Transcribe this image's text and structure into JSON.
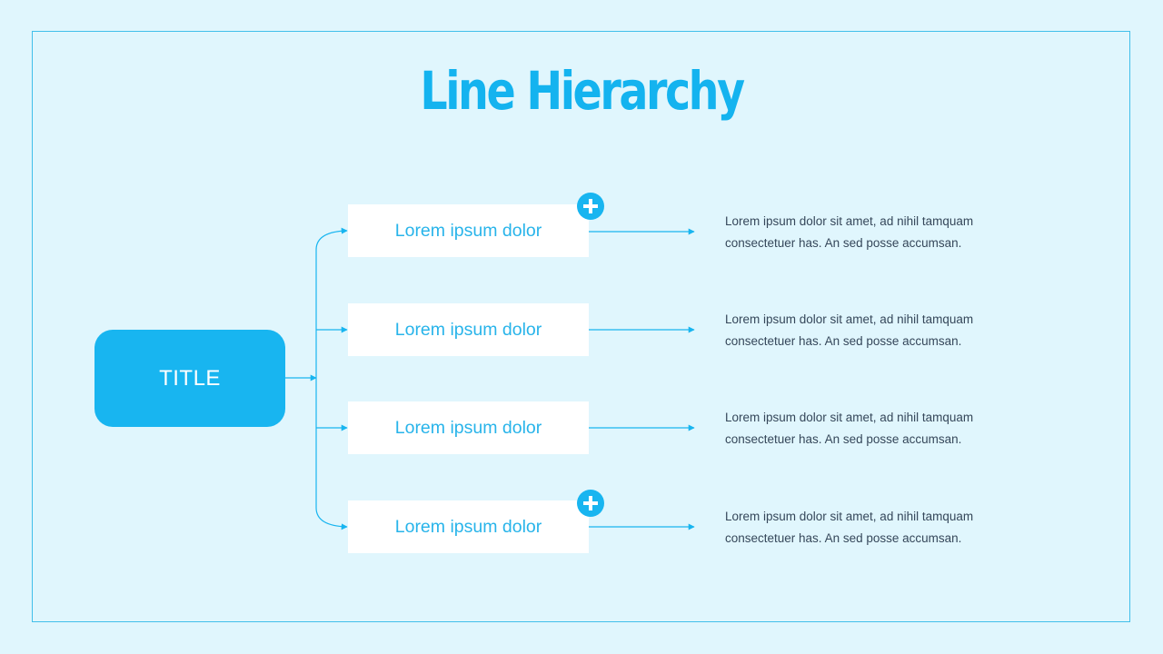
{
  "slide": {
    "title": "Line Hierarchy"
  },
  "diagram": {
    "root": {
      "label": "TITLE"
    },
    "branches": [
      {
        "label": "Lorem ipsum dolor",
        "description": [
          "Lorem ipsum dolor sit amet, ad nihil tamquam",
          "consectetuer  has. An sed posse accumsan."
        ],
        "plus_icon": true
      },
      {
        "label": "Lorem ipsum dolor",
        "description": [
          "Lorem ipsum dolor sit amet, ad nihil tamquam",
          "consectetuer  has. An sed posse accumsan."
        ],
        "plus_icon": false
      },
      {
        "label": "Lorem ipsum dolor",
        "description": [
          "Lorem ipsum dolor sit amet, ad nihil tamquam",
          "consectetuer  has. An sed posse accumsan."
        ],
        "plus_icon": false
      },
      {
        "label": "Lorem ipsum dolor",
        "description": [
          "Lorem ipsum dolor sit amet, ad nihil tamquam",
          "consectetuer  has. An sed posse accumsan."
        ],
        "plus_icon": true
      }
    ]
  },
  "colors": {
    "background": "#e0f6fd",
    "accent": "#18b5f0",
    "frame": "#41bfea",
    "node_text": "#28b4ea",
    "body_text": "#35475a"
  }
}
